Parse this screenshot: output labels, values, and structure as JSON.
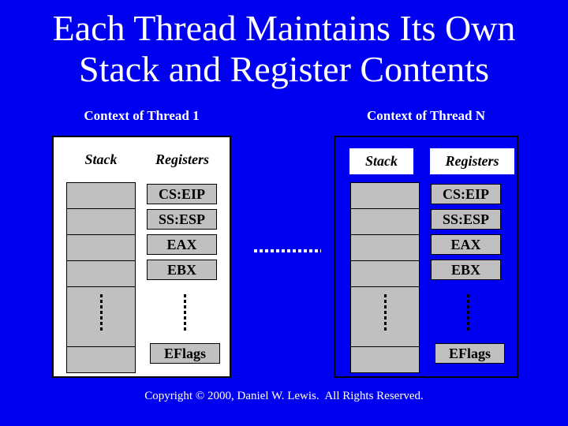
{
  "slide": {
    "title_line1": "Each Thread Maintains Its Own",
    "title_line2": "Stack and Register Contents",
    "copyright": "Copyright © 2000, Daniel W. Lewis.  All Rights Reserved."
  },
  "panels": [
    {
      "header": "Context of Thread 1",
      "stack_label": "Stack",
      "registers_label": "Registers",
      "registers": [
        "CS:EIP",
        "SS:ESP",
        "EAX",
        "EBX"
      ],
      "eflags_label": "EFlags",
      "stack_cells_empty": 4,
      "background": "#ffffff"
    },
    {
      "header": "Context of Thread N",
      "stack_label": "Stack",
      "registers_label": "Registers",
      "registers": [
        "CS:EIP",
        "SS:ESP",
        "EAX",
        "EBX"
      ],
      "eflags_label": "EFlags",
      "stack_cells_empty": 4,
      "background": "#0000f0"
    }
  ],
  "icons": {
    "stack_ellipsis": "vertical-black-dashed-line",
    "registers_ellipsis": "vertical-black-dashed-line",
    "thread_continuation": "horizontal-white-dotted-line"
  },
  "colors": {
    "background": "#0000f0",
    "panel_light": "#ffffff",
    "cell_gray": "#c0c0c0",
    "border": "#000000",
    "text_light": "#ffffff",
    "text_dark": "#000000",
    "connector_dots": "#ffffff"
  }
}
